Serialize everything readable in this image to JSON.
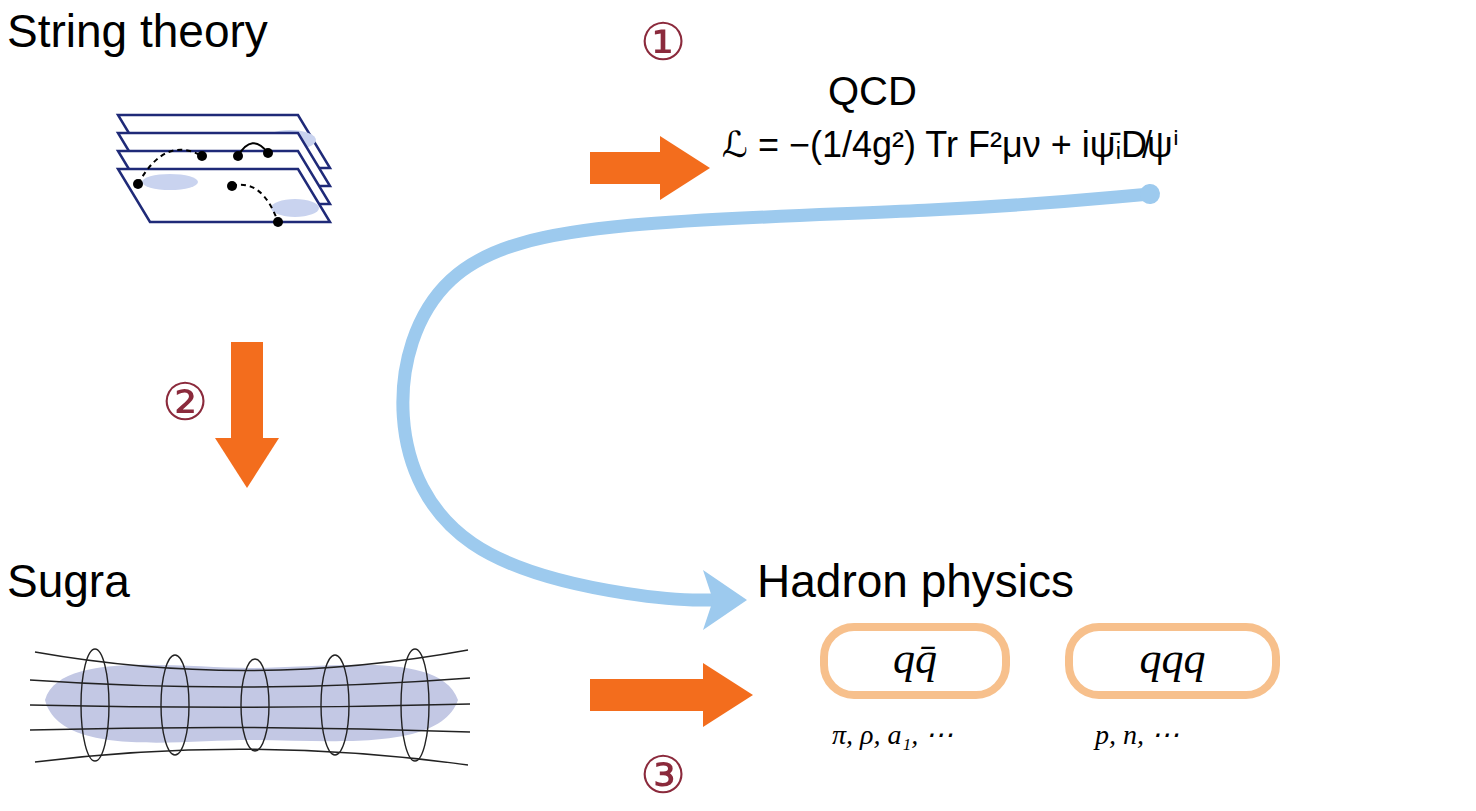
{
  "diagram": {
    "nodes": [
      {
        "text": [
          "String theory"
        ]
      },
      {
        "text": [
          "QCD",
          "ℒ = −(1/4g²) Tr F²μν + iψ̄ᵢD̸ψⁱ"
        ]
      },
      {
        "text": [
          "Sugra"
        ]
      },
      {
        "text": [
          "Hadron physics"
        ]
      },
      {
        "text": [
          "qq̄",
          "π, ρ, a₁, ⋯"
        ],
        "in": 3
      },
      {
        "text": [
          "qqq",
          "p, n, ⋯"
        ],
        "in": 3
      }
    ],
    "edges": [
      {
        "from": 0,
        "to": 1,
        "arrow": "to",
        "label": "①"
      },
      {
        "from": 0,
        "to": 2,
        "arrow": "to",
        "label": "②"
      },
      {
        "from": 2,
        "to": 3,
        "arrow": "to",
        "label": "③"
      },
      {
        "from": 1,
        "to": 3,
        "arrow": "to"
      }
    ]
  }
}
